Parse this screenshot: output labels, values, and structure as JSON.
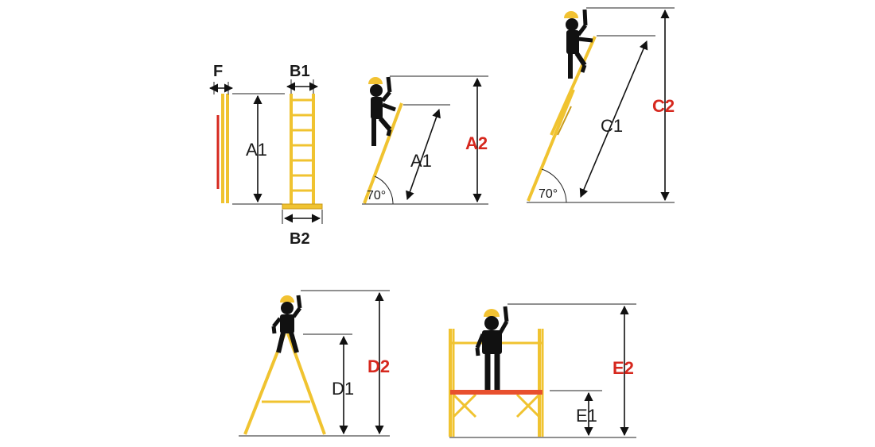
{
  "labels": {
    "f": "F",
    "b1": "B1",
    "b2": "B2",
    "a1_side": "A1",
    "a1_lean": "A1",
    "a2": "A2",
    "c1": "C1",
    "c2": "C2",
    "d1": "D1",
    "d2": "D2",
    "e1": "E1",
    "e2": "E2",
    "angle_1": "70°",
    "angle_2": "70°"
  },
  "colors": {
    "ladder": "#f0c330",
    "ladder_dark": "#c89a18",
    "accent_red": "#d6281e",
    "platform_red": "#e8502e",
    "figure": "#111111",
    "helmet": "#f2c232"
  }
}
